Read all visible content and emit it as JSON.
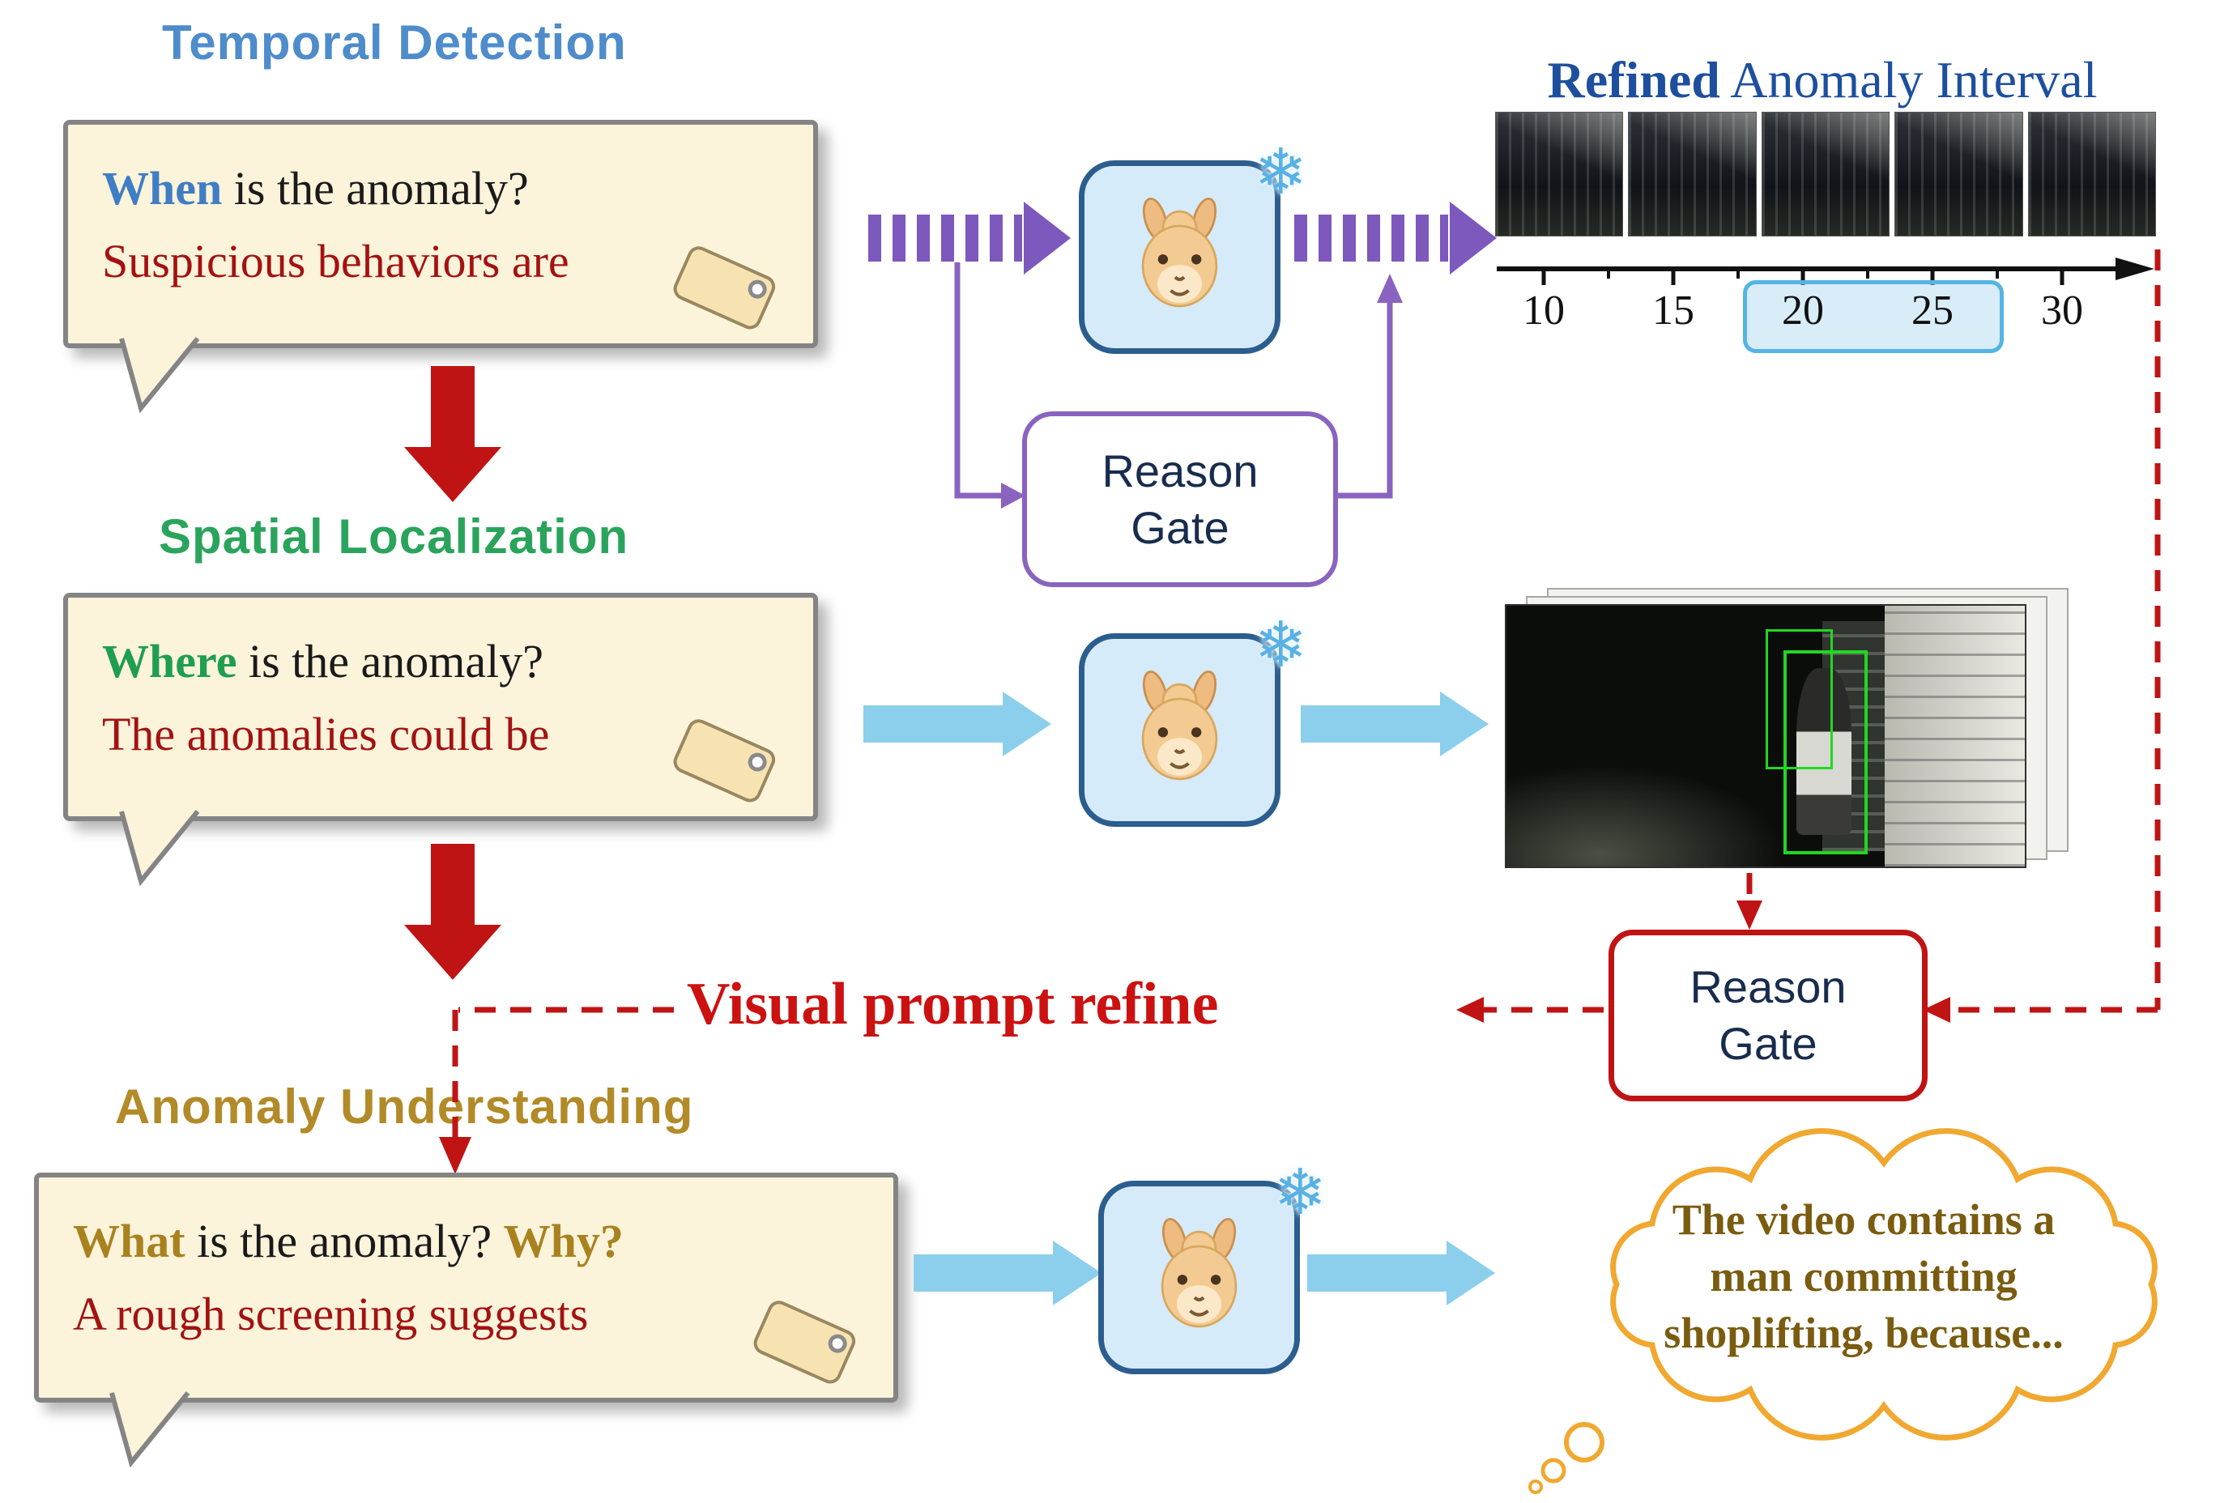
{
  "headings": {
    "temporal": "Temporal Detection",
    "spatial": "Spatial Localization",
    "understanding": "Anomaly Understanding"
  },
  "bubbles": {
    "temporal": {
      "highlight": "When",
      "rest": " is the anomaly?",
      "answer": "Suspicious behaviors are"
    },
    "spatial": {
      "highlight": "Where",
      "rest": " is the anomaly?",
      "answer": "The anomalies could be"
    },
    "understanding": {
      "highlight": "What",
      "mid": " is the anomaly? ",
      "highlight2": "Why?",
      "answer": "A rough screening suggests"
    }
  },
  "gates": {
    "purple": {
      "line1": "Reason",
      "line2": "Gate"
    },
    "red": {
      "line1": "Reason",
      "line2": "Gate"
    }
  },
  "timeline": {
    "title_bold": "Refined",
    "title_rest": " Anomaly Interval",
    "ticks": [
      "10",
      "15",
      "20",
      "25",
      "30"
    ]
  },
  "labels": {
    "visual_prompt_refine": "Visual prompt refine"
  },
  "cloud_text": "The video contains a man committing shoplifting, because...",
  "icons": {
    "snowflake": "❄"
  },
  "colors": {
    "temporal_heading": "#4e8ccb",
    "spatial_heading": "#2aa45c",
    "understanding_heading": "#b28a28",
    "answer_text": "#a31212",
    "red_arrow": "#c01414",
    "purple_accent": "#8a63c0",
    "light_blue_arrow": "#8ccfec",
    "interval_title": "#1d4f9e",
    "interval_highlight": "#54b4e4",
    "bbox_green": "#21d821",
    "cloud_border": "#f0a830",
    "cloud_text": "#7a5c10"
  }
}
